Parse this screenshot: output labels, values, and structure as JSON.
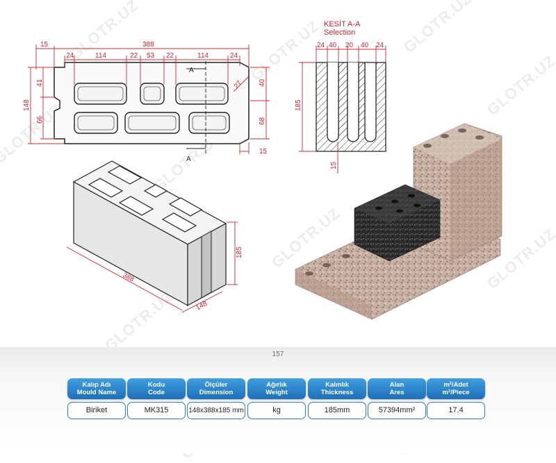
{
  "plan_view": {
    "overall_length": "388",
    "left_offset": "15",
    "segments": [
      "24",
      "114",
      "22",
      "53",
      "22",
      "114",
      "24"
    ],
    "height_total": "148",
    "height_top": "41",
    "height_bottom": "66",
    "right_top": "40",
    "right_bottom": "68",
    "chamfer": "27",
    "bottom_offset": "15",
    "section_mark_top": "A",
    "section_mark_bottom": "A"
  },
  "section_view": {
    "title_line1": "KESİT A-A",
    "title_line2": "Selection",
    "segments": [
      "24",
      "40",
      "20",
      "40",
      "24"
    ],
    "height": "185",
    "bottom": "15"
  },
  "iso_view": {
    "length": "388",
    "width": "148",
    "height": "185"
  },
  "page_number": "157",
  "watermark": "GLOTR.UZ",
  "table": {
    "headers": [
      {
        "line1": "Kalıp Adı",
        "line2": "Mould Name"
      },
      {
        "line1": "Kodu",
        "line2": "Code"
      },
      {
        "line1": "Ölçüler",
        "line2": "Dimension"
      },
      {
        "line1": "Ağırlık",
        "line2": "Weight"
      },
      {
        "line1": "Kalınlık",
        "line2": "Thickness"
      },
      {
        "line1": "Alan",
        "line2": "Ares"
      },
      {
        "line1": "m²/Adet",
        "line2": "m²/Piece"
      }
    ],
    "values": [
      "Biriket",
      "MK315",
      "148x388x185 mm",
      "kg",
      "185mm",
      "57394mm²",
      "17.4"
    ]
  },
  "colors": {
    "dimension_red": "#d8232a",
    "header_blue": "#1e6fb8",
    "cell_border": "#2d7dc4"
  }
}
